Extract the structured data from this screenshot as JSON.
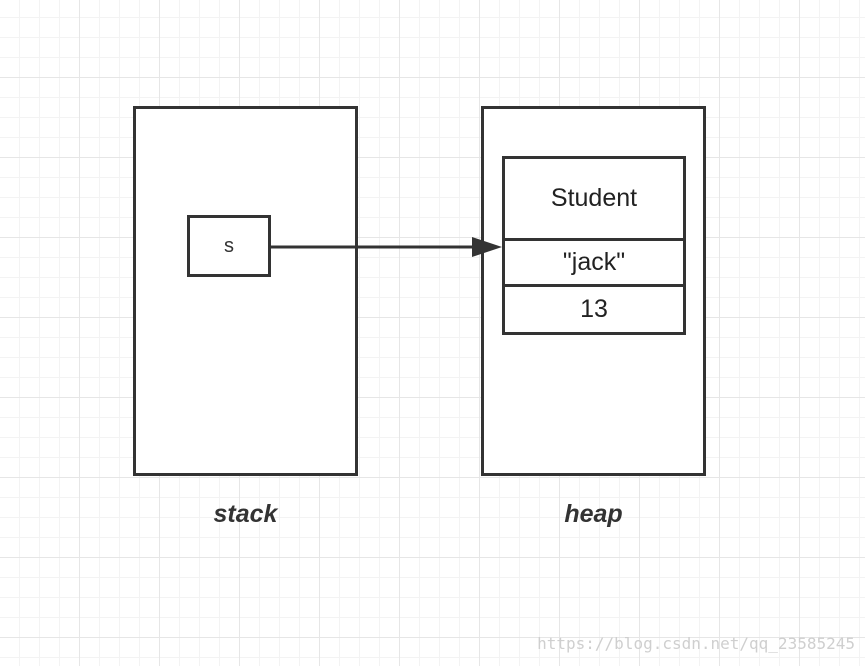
{
  "diagram": {
    "stack": {
      "label": "stack",
      "variable": "s"
    },
    "heap": {
      "label": "heap",
      "object": {
        "class_name": "Student",
        "fields": [
          "\"jack\"",
          "13"
        ]
      }
    },
    "watermark": "https://blog.csdn.net/qq_23585245"
  },
  "colors": {
    "stroke": "#333333",
    "grid_major": "#e6e6e6",
    "grid_minor": "#f3f3f3",
    "watermark": "#cfcfcf"
  }
}
